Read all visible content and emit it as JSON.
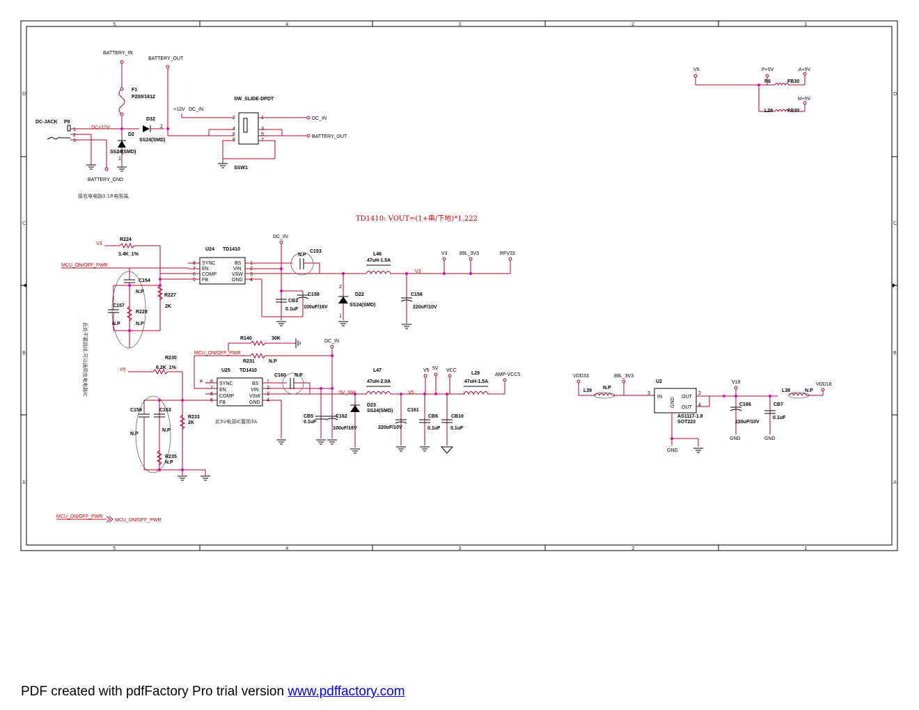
{
  "zones": {
    "cols": [
      "5",
      "4",
      "3",
      "2",
      "1"
    ],
    "rows": [
      "D",
      "C",
      "B",
      "A"
    ]
  },
  "labels": {
    "battery_in": "BATTERY_IN",
    "battery_out": "BATTERY_OUT",
    "battery_gnd": "BATTERY_GND",
    "dc_jack": "DC-JACK",
    "p8": "P8",
    "dc12": "DC+12V",
    "f1": "F1",
    "f1_val": "P200/1812",
    "d32": "D32",
    "d32_val": "SS24(SMD)",
    "d2": "D2",
    "d2_val": "SS24(SMD)",
    "plus12": "+12V",
    "dc_in": "DC_IN",
    "sw_slide": "SW_SLIDE-DPDT",
    "ssw1": "SSW1",
    "sw_dcin": "DC_IN",
    "sw_batout": "BATTERY_OUT",
    "charge_note": "接充电电路0.1R电阻端,",
    "v5": "V5",
    "p5v": "P+5V",
    "a5v": "A+5V",
    "m5v": "M+5V",
    "r6": "R6",
    "fb30a": "FB30",
    "l28": "L28",
    "fb30b": "FB30",
    "formula": "TD1410:    VOUT=(1+串/下地)*1.222",
    "v3": "V3",
    "r224": "R224",
    "r224_val": "3.4K_1%",
    "mcu_pwr": "MCU_ON/OFF_PWR",
    "c154": "C154",
    "np": "N.P",
    "r227": "R227",
    "k2": "2K",
    "c157": "C157",
    "r229": "R229",
    "u24": "U24",
    "td1410": "TD1410",
    "sync": "SYNC",
    "en": "EN",
    "comp": "COMP",
    "fb": "FB",
    "bs": "BS",
    "vin": "VIN",
    "vsw": "VSW",
    "gnd": "GND",
    "c153": "C153",
    "l46": "L46",
    "l46_val": "47uH-1.5A",
    "v3b": "V3",
    "b89l": "89L_3V3",
    "rfv33": "RFV33",
    "cb3": "CB3",
    "cb3_val": "0.1uF",
    "c158": "C158",
    "c158_val": "100uF/16V",
    "d22": "D22",
    "d22_val": "SS24(SMD)",
    "c156": "C156",
    "c156_val": "220uF/10V",
    "vert_note": "此处不要跳线,可以通用充电电路IC",
    "r140": "R140",
    "r140_val": "30K",
    "r231": "R231",
    "r231_val": "N.P",
    "r230": "R230",
    "r230_val": "6.2K_1%",
    "u25": "U25",
    "c160": "C160",
    "c159": "C159",
    "c163": "C163",
    "r233": "R233",
    "r235": "R235",
    "note5v": "此5V电源IC要用3A",
    "cb5": "CB5",
    "c162": "C162",
    "c162_val": "100uF/16V",
    "l47": "L47",
    "l47_val": "47uH-2.0A",
    "sw5v": "5V_SW",
    "d23": "D23",
    "d23_val": "SS24(SMD)",
    "v5a": "V5",
    "v5b": "V5",
    "v5c": "5V",
    "vcc": "VCC",
    "c161": "C161",
    "c161_val": "220uF/10V",
    "cb6": "CB6",
    "cb10": "CB10",
    "l29": "L29",
    "l29_val": "47uH-1.5A",
    "ampvcc5": "AMP-VCC5",
    "vdd33": "VDD33",
    "l39": "L39",
    "u2": "U2",
    "in": "IN",
    "out": "OUT",
    "u2_val": "AS1117-1.8",
    "sot223": "SOT223",
    "v18": "V18",
    "c166": "C166",
    "c166_val": "220uF/10V",
    "cb7": "CB7",
    "l38": "L38",
    "vdd18": "VDD18",
    "mcu_port": "MCU_ON/OFF_PWR"
  },
  "footer": {
    "prefix": "PDF created with pdfFactory Pro trial version ",
    "link": "www.pdffactory.com"
  }
}
